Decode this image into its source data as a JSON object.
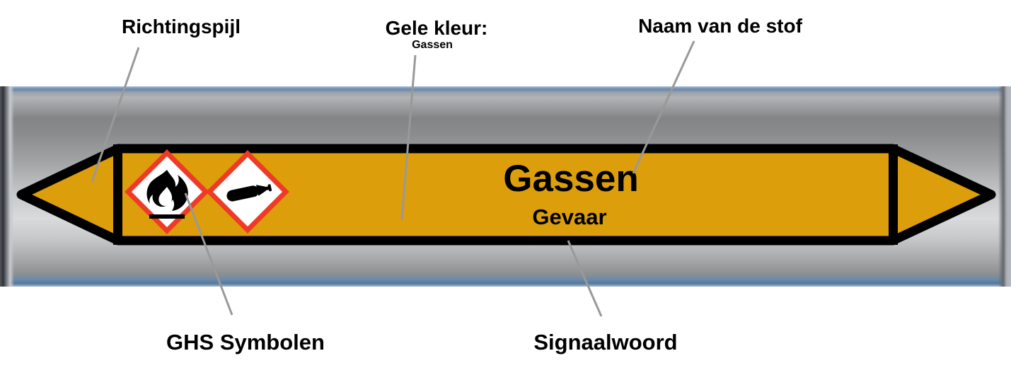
{
  "annotations": {
    "richtingspijl": {
      "label": "Richtingspijl"
    },
    "gele_kleur": {
      "label": "Gele kleur:",
      "sub": "Gassen"
    },
    "naam_van_de_stof": {
      "label": "Naam van de stof"
    },
    "ghs_symbolen": {
      "label": "GHS Symbolen"
    },
    "signaalwoord": {
      "label": "Signaalwoord"
    }
  },
  "pipe_marker": {
    "substance_name": "Gassen",
    "signal_word": "Gevaar",
    "direction_arrows": [
      "left",
      "right"
    ],
    "ghs_pictograms": [
      {
        "icon": "flame-icon"
      },
      {
        "icon": "gas-cylinder-icon"
      }
    ]
  },
  "colors": {
    "label_yellow": "#DC9E0B",
    "pictogram_red": "#F03A28",
    "pipe_edge_blue": "#6D8CAC",
    "leader_line_gray": "#999999",
    "outline_black": "#000000"
  }
}
